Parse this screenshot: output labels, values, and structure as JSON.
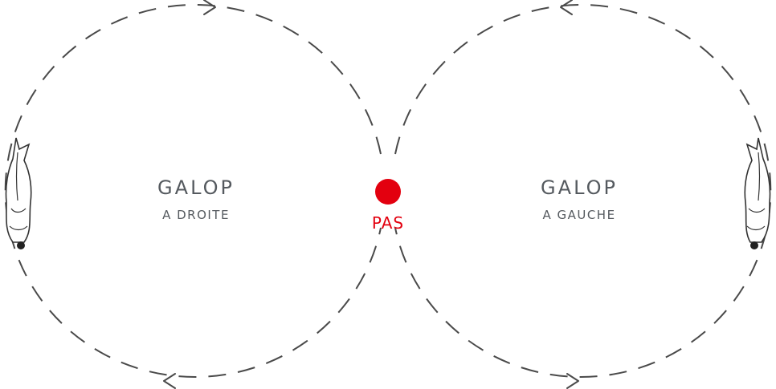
{
  "figure": {
    "left_circle": {
      "title": "GALOP",
      "subtitle": "A DROITE"
    },
    "right_circle": {
      "title": "GALOP",
      "subtitle": "A GAUCHE"
    },
    "center": {
      "label": "PAS",
      "color": "#e3000f"
    },
    "line_color": "#4a4a4a",
    "text_color": "#555a5f",
    "icons": [
      "arrow-right-icon",
      "arrow-left-icon",
      "horse-icon"
    ]
  }
}
